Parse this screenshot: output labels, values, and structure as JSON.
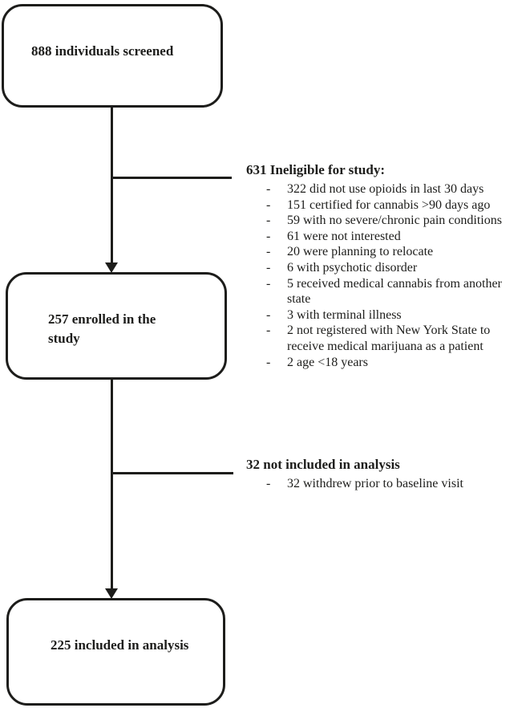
{
  "diagram": {
    "colors": {
      "line": "#1d1d1b",
      "background": "#ffffff"
    },
    "boxes": [
      {
        "id": "screened",
        "label": "888 individuals screened"
      },
      {
        "id": "enrolled",
        "label": "257 enrolled in the study"
      },
      {
        "id": "analyzed",
        "label": "225 included in analysis"
      }
    ],
    "branches": [
      {
        "title": "631 Ineligible for study:",
        "items": [
          "322 did not use opioids in last 30 days",
          "151 certified for cannabis >90 days ago",
          "59 with no severe/chronic pain conditions",
          "61 were not interested",
          "20 were planning to relocate",
          "6 with psychotic disorder",
          "5 received medical cannabis from another state",
          "3 with terminal illness",
          "2 not registered with New York State to receive medical marijuana as a patient",
          "2 age <18 years"
        ]
      },
      {
        "title": "32 not included in analysis",
        "items": [
          "32 withdrew prior to baseline visit"
        ]
      }
    ]
  }
}
